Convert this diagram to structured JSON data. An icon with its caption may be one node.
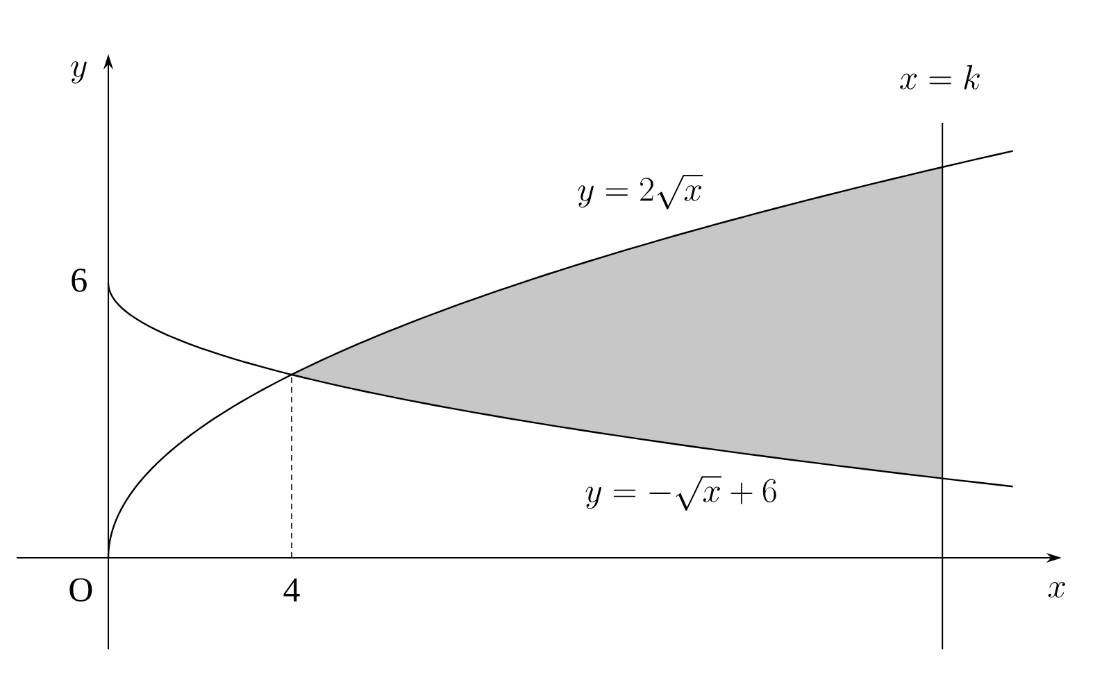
{
  "diagram": {
    "labels": [
      "y",
      "x = k",
      "y = 2\\sqrt{x}",
      "6",
      "y = -\\sqrt{x} + 6",
      "O",
      "4",
      "x"
    ]
  }
}
